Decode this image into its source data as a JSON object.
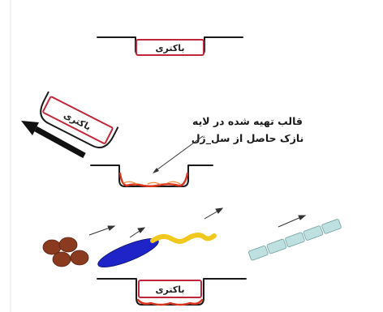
{
  "diagram": {
    "label_bacteria": "باکتری",
    "annotation_line1": "قالب تهیه شده در لایه",
    "annotation_line2": "نازک حاصل از سل_ژل"
  },
  "colors": {
    "outline": "#1a1a1a",
    "bacteria_box_border": "#c0283a",
    "film_red": "#d9361f",
    "film_orange": "#f08a3a",
    "cocci": "#8a3a1e",
    "bacillus": "#1e24c8",
    "spirillum": "#f1c81e",
    "chain": "#bfe0e0",
    "arrow_thick": "#111111"
  }
}
